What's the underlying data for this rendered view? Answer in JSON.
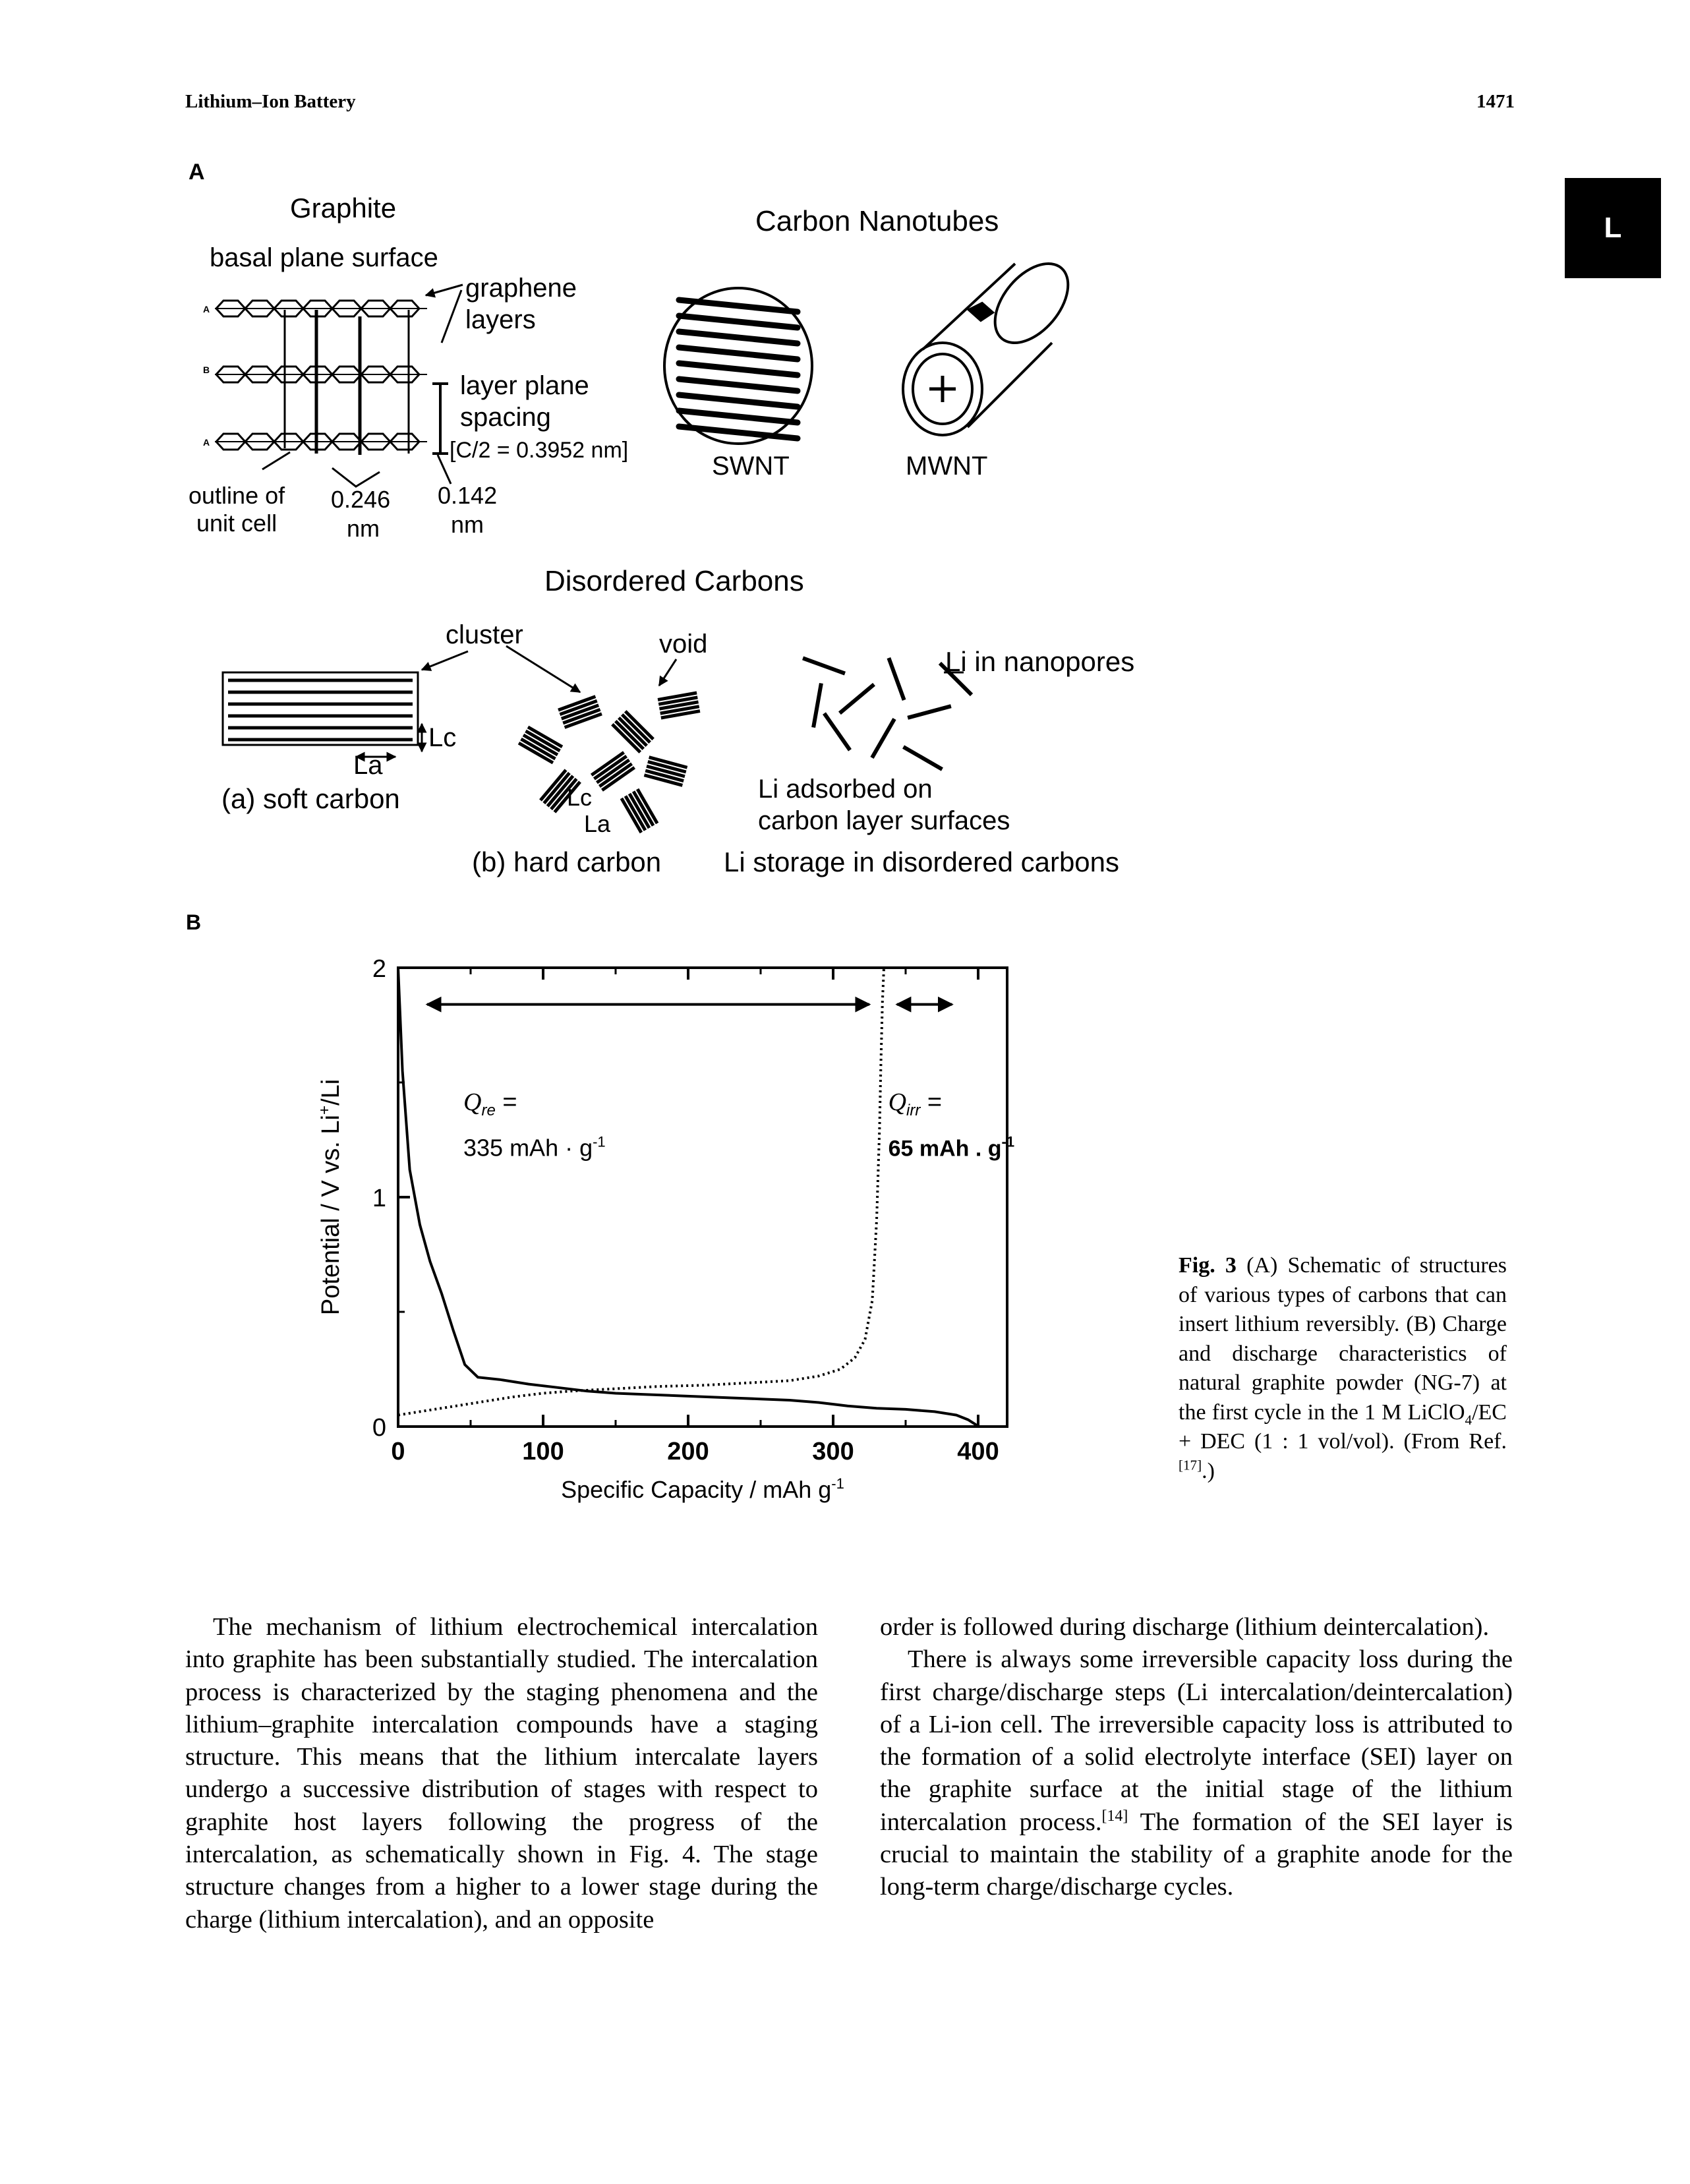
{
  "header": {
    "running_title": "Lithium–Ion Battery",
    "page_number": "1471",
    "thumb_tab": "L"
  },
  "figure": {
    "panel_a_label": "A",
    "panel_b_label": "B",
    "graphite": {
      "title": "Graphite",
      "basal_plane": "basal plane surface",
      "graphene_1": "graphene",
      "graphene_2": "layers",
      "spacing_1": "layer plane",
      "spacing_2": "spacing",
      "spacing_3": "[C/2 = 0.3952 nm]",
      "outline_1": "outline of",
      "outline_2": "unit cell",
      "dim1_value": "0.246",
      "dim1_unit": "nm",
      "dim2_value": "0.142",
      "dim2_unit": "nm",
      "stack_labels": [
        "A",
        "B",
        "A"
      ]
    },
    "nanotubes": {
      "title": "Carbon Nanotubes",
      "swnt": "SWNT",
      "mwnt": "MWNT"
    },
    "disordered": {
      "title": "Disordered Carbons",
      "cluster": "cluster",
      "void": "void",
      "lc": "Lc",
      "la": "La",
      "soft": "(a) soft carbon",
      "hard": "(b) hard carbon",
      "nanopores": "Li in nanopores",
      "adsorbed_1": "Li adsorbed on",
      "adsorbed_2": "carbon layer surfaces",
      "storage": "Li storage in disordered carbons"
    }
  },
  "chart_data": {
    "type": "line",
    "xlabel": "Specific Capacity / mAh g-1",
    "ylabel": "Potential / V vs. Li+/Li",
    "xlim": [
      0,
      420
    ],
    "ylim": [
      0,
      2
    ],
    "x_ticks": [
      "0",
      "100",
      "200",
      "300",
      "400"
    ],
    "y_ticks": [
      "0",
      "1",
      "2"
    ],
    "grid": false,
    "series": [
      {
        "style": "solid",
        "x": [
          0,
          3,
          8,
          15,
          22,
          30,
          38,
          46,
          55,
          70,
          90,
          110,
          130,
          150,
          170,
          190,
          210,
          230,
          250,
          270,
          290,
          310,
          330,
          350,
          370,
          385,
          393,
          398,
          400
        ],
        "y": [
          2.0,
          1.55,
          1.12,
          0.88,
          0.72,
          0.58,
          0.42,
          0.27,
          0.215,
          0.205,
          0.185,
          0.17,
          0.155,
          0.145,
          0.14,
          0.135,
          0.13,
          0.125,
          0.12,
          0.115,
          0.105,
          0.09,
          0.08,
          0.075,
          0.065,
          0.05,
          0.03,
          0.01,
          0.0
        ]
      },
      {
        "style": "dotted",
        "x": [
          0,
          20,
          40,
          60,
          80,
          100,
          120,
          150,
          180,
          210,
          240,
          270,
          290,
          305,
          315,
          322,
          327,
          330,
          332,
          333,
          334,
          335
        ],
        "y": [
          0.05,
          0.07,
          0.09,
          0.11,
          0.13,
          0.145,
          0.155,
          0.165,
          0.175,
          0.18,
          0.19,
          0.2,
          0.22,
          0.25,
          0.3,
          0.38,
          0.55,
          0.9,
          1.3,
          1.6,
          1.85,
          2.0
        ]
      }
    ],
    "annotations": {
      "q_re_label": "Q",
      "q_re_sub": "re",
      "q_re_eq": " =",
      "q_re_value": "335 mAh · g",
      "q_irr_label": "Q",
      "q_irr_sub": "irr",
      "q_irr_eq": " =",
      "q_irr_value": "65 mAh . g",
      "unit_sup": "-1"
    },
    "xlabel_main": "Specific Capacity / mAh g",
    "xlabel_sup": "-1",
    "ylabel_pre": "Potential / V vs. Li",
    "ylabel_sup": "+",
    "ylabel_post": "/Li"
  },
  "caption": {
    "label": "Fig. 3",
    "text_1": " (A) Schematic of structures of various types of carbons that can insert lithium reversibly. (B) Charge and discharge characteristics of natural graphite powder (NG-7) at the first cycle in the 1 M LiClO",
    "sub_4": "4",
    "text_2": "/EC + DEC (1 : 1 vol/vol). (From Ref.",
    "ref": "[17]",
    "text_3": ".)"
  },
  "body": {
    "left_para": "The mechanism of lithium electrochemical intercalation into graphite has been substantially studied. The intercalation process is characterized by the staging phenomena and the lithium–graphite intercalation compounds have a staging structure. This means that the lithium intercalate layers undergo a successive distribution of stages with respect to graphite host layers following the progress of the intercalation, as schematically shown in Fig. 4. The stage structure changes from a higher to a lower stage during the charge (lithium intercalation), and an opposite",
    "right_para_1": "order is followed during discharge (lithium deintercalation).",
    "right_para_2a": "There is always some irreversible capacity loss during the first charge/discharge steps (Li intercalation/deintercalation) of a Li-ion cell. The irreversible capacity loss is attributed to the formation of a solid electrolyte interface (SEI) layer on the graphite surface at the initial stage of the lithium intercalation process.",
    "right_ref": "[14]",
    "right_para_2b": " The formation of the SEI layer is crucial to maintain the stability of a graphite anode for the long-term charge/discharge cycles."
  }
}
